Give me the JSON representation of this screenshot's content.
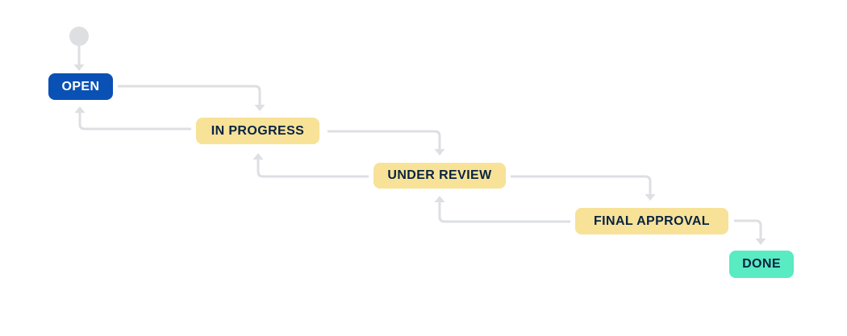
{
  "diagram": {
    "type": "workflow",
    "background_color": "#FFFFFF",
    "connector_color": "#DDDFE3",
    "nodes": [
      {
        "id": "start",
        "kind": "initial-node-circle",
        "label": "",
        "color": "#DDDFE3",
        "text_color": ""
      },
      {
        "id": "open",
        "kind": "status",
        "label": "OPEN",
        "color": "#0A51B5",
        "text_color": "#FFFFFF"
      },
      {
        "id": "in-progress",
        "kind": "status",
        "label": "IN PROGRESS",
        "color": "#F7E298",
        "text_color": "#0A2342"
      },
      {
        "id": "under-review",
        "kind": "status",
        "label": "UNDER REVIEW",
        "color": "#F7E298",
        "text_color": "#0A2342"
      },
      {
        "id": "final-approval",
        "kind": "status",
        "label": "FINAL APPROVAL",
        "color": "#F7E298",
        "text_color": "#0A2342"
      },
      {
        "id": "done",
        "kind": "status",
        "label": "DONE",
        "color": "#59EBC2",
        "text_color": "#0A2342"
      }
    ],
    "transitions": [
      {
        "from": "start",
        "to": "open"
      },
      {
        "from": "open",
        "to": "in-progress"
      },
      {
        "from": "in-progress",
        "to": "open"
      },
      {
        "from": "in-progress",
        "to": "under-review"
      },
      {
        "from": "under-review",
        "to": "in-progress"
      },
      {
        "from": "under-review",
        "to": "final-approval"
      },
      {
        "from": "final-approval",
        "to": "under-review"
      },
      {
        "from": "final-approval",
        "to": "done"
      }
    ]
  }
}
